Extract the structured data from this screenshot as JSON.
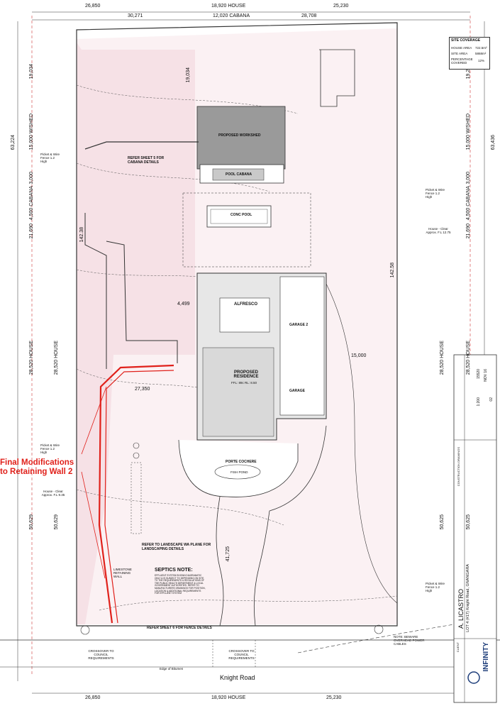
{
  "dims_top": {
    "row1": [
      "26,850",
      "18,920 HOUSE",
      "25,230"
    ],
    "row2": [
      "30,271",
      "12,020 CABANA",
      "28,708"
    ]
  },
  "dims_bottom": [
    "26,850",
    "18,920 HOUSE",
    "25,230"
  ],
  "dims_left": [
    "19,034",
    "15,000 W/SHED",
    "3,000",
    "4,500 CABANA",
    "21,690",
    "28,520 HOUSE",
    "50,629",
    "50,629"
  ],
  "dims_left_total": [
    "63,224",
    "142.38"
  ],
  "dims_right": [
    "19,246",
    "15,000 W/SHED",
    "3,000",
    "4,500 CABANA",
    "21,690",
    "28,520 HOUSE",
    "50,625",
    "50,625"
  ],
  "dims_right_total": [
    "63,436",
    "142.58"
  ],
  "inner_dims": {
    "cabana_top": "19,034",
    "w4499": "4,499",
    "w27350": "27,350",
    "w15000": "15,000",
    "w41725": "41,725"
  },
  "site_coverage": {
    "title": "SITE COVERAGE",
    "rows": [
      [
        "HOUSE AREA",
        "722.5m²"
      ],
      [
        "SITE AREA",
        "5868m²"
      ],
      [
        "PERCENTAGE COVERED",
        "12%"
      ]
    ]
  },
  "labels": {
    "workshed": "PROPOSED WORKSHED",
    "cabana": "POOL CABANA",
    "pool": "CONC POOL",
    "alfresco": "ALFRESCO",
    "residence": "PROPOSED RESIDENCE",
    "residence_sub": "FFL: 89c  RL: 8.50",
    "garage": "GARAGE",
    "garage2": "GARAGE 2",
    "porte": "PORTE COCHERE",
    "fishpond": "FISH POND",
    "refer5": "REFER SHEET 5 FOR CABANA DETAILS",
    "landscape": "REFER TO LANDSCAPE WA PLANE FOR LANDSCAPING DETAILS",
    "septics_title": "SEPTICS NOTE:",
    "septics_body": "EFFLUENT SYSTEM SHOWN DIAGRAMATIC ONLY & IS SUBJECT TO DEPENDING ON SITE TO THE REQUIREMENTS & REGULATIONS OF THE PUBLIC HEALTH DEPARTMENT & LOCAL GOVERNMENT AUTHORITIES. REFER TO MANUFACTURERS DRAWINGS FOR POSITION, LOCATION & ADDITIONAL REQUIREMENTS FOR EFFLUENT SYSTEM",
    "refer6": "REFER SHEET 6 FOR FENCE DETAILS",
    "house_clear_left": "House - Clear Approx. F.L 9.35",
    "house_clear_right": "House - Clear Approx. F.L 12.75",
    "road": "Knight Road",
    "edge_bitumen": "Edge of Bitumen",
    "crossover_left": "CROSSOVER TO COUNCIL REQUIREMENTS",
    "crossover_mid": "CROSSOVER TO COUNCIL REQUIREMENTS",
    "note_power": "NOTE: BEWARE OVERHEAD POWER CABLES",
    "wall_label": "LIMESTONE RETAINING WALL",
    "picket": "Picket & Wire Fence 1.2 High"
  },
  "callout": {
    "line1": "Final Modifications",
    "line2": "to Retaining Wall 2"
  },
  "title_block": {
    "client_label": "CLIENT",
    "client": "A. LICASTRO",
    "address": "LOT 4 (#17) Knight Road, GNANGARA",
    "company": "INFINITY",
    "job": "15520",
    "date": "NOV 16",
    "scale": "1:200",
    "sheet": "02",
    "status": "CONSTRUCTION DRAWINGS"
  },
  "colors": {
    "line": "#333333",
    "red": "#e0211b",
    "pink": "#f7e7ea",
    "shade": "#9a9a9a"
  }
}
